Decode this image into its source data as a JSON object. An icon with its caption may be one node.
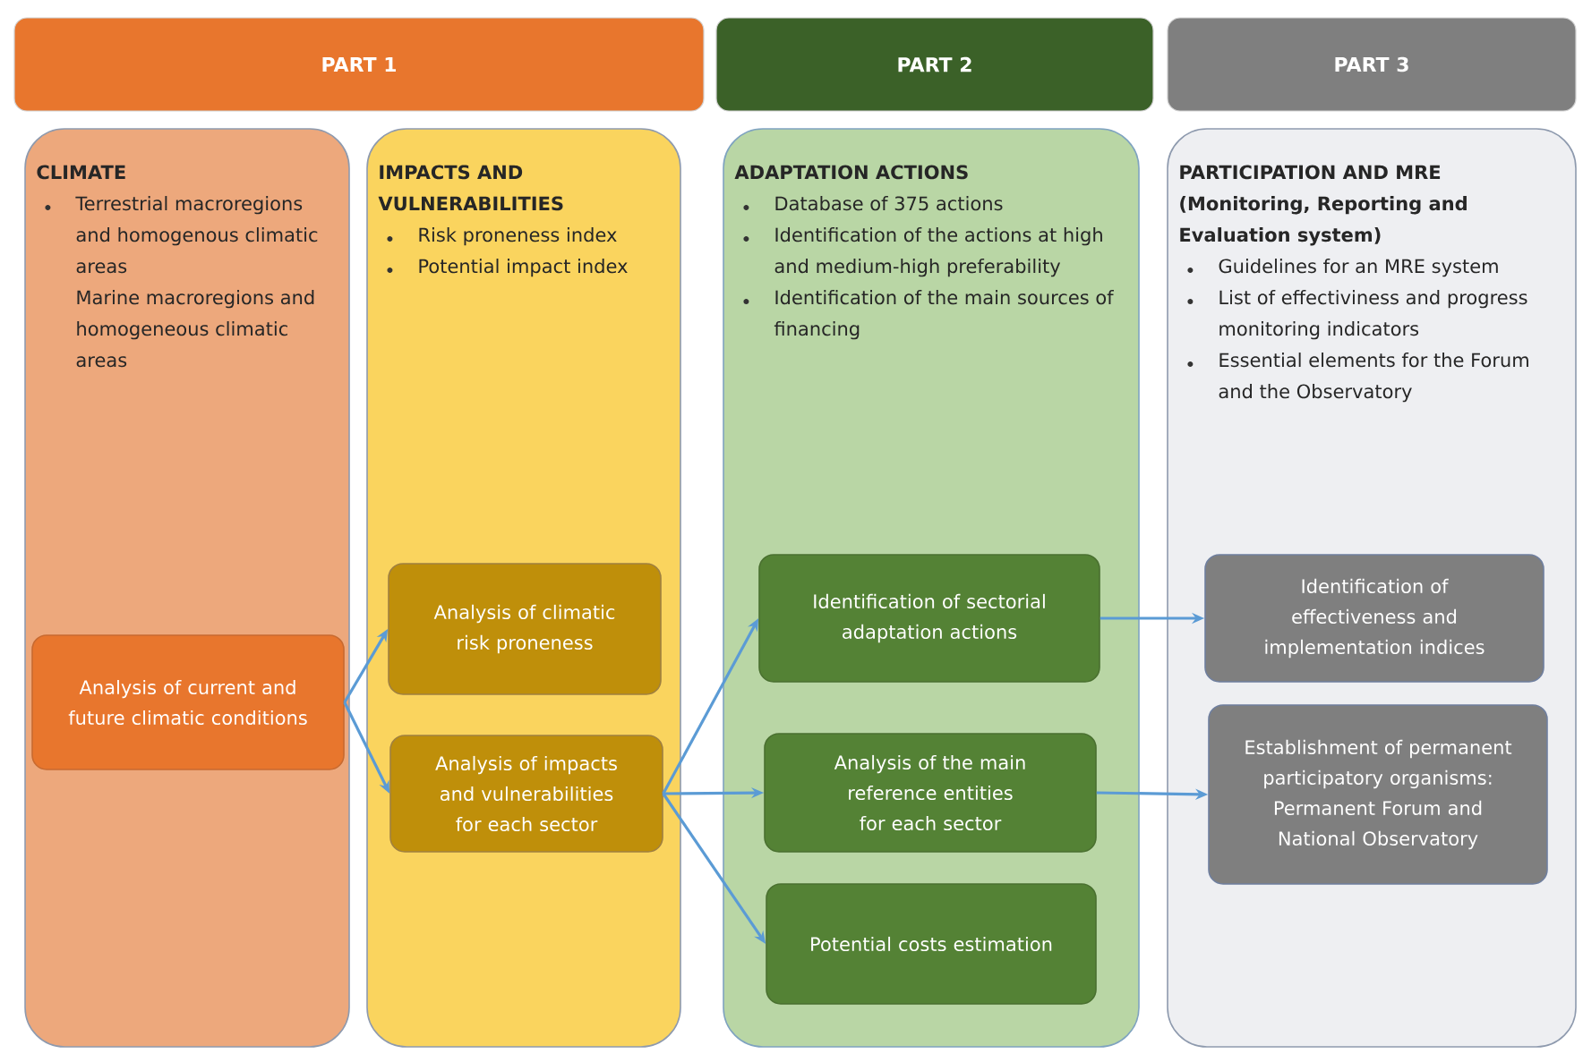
{
  "diagram": {
    "nodes": [
      {
        "text": [
          "PART 1"
        ]
      },
      {
        "text": [
          "PART 2"
        ]
      },
      {
        "text": [
          "PART 3"
        ]
      },
      {
        "text": [
          "CLIMATE",
          "Terrestrial macroregions and homogenous climatic areas",
          "Marine macroregions and homogeneous climatic areas"
        ]
      },
      {
        "text": [
          "IMPACTS AND VULNERABILITIES",
          "Risk proneness index",
          "Potential impact index"
        ]
      },
      {
        "text": [
          "ADAPTATION ACTIONS",
          "Database of 375 actions",
          "Identification of the actions at high and medium-high preferability",
          "Identification of the main sources of financing"
        ]
      },
      {
        "text": [
          "PARTICIPATION AND MRE (Monitoring, Reporting and Evaluation system)",
          "Guidelines for an MRE system",
          "List of effectiviness and progress monitoring indicators",
          "Essential elements for the Forum and the Observatory"
        ]
      },
      {
        "text": [
          "Analysis of current and future climatic conditions"
        ],
        "in": 3
      },
      {
        "text": [
          "Analysis of climatic risk proneness"
        ],
        "in": 4
      },
      {
        "text": [
          "Analysis of impacts and vulnerabilities for each sector"
        ],
        "in": 4
      },
      {
        "text": [
          "Identification of sectorial adaptation actions"
        ],
        "in": 5
      },
      {
        "text": [
          "Analysis of the main reference entities for each sector"
        ],
        "in": 5
      },
      {
        "text": [
          "Potential costs estimation"
        ],
        "in": 5
      },
      {
        "text": [
          "Identification of effectiveness and implementation indices"
        ],
        "in": 6
      },
      {
        "text": [
          "Establishment of permanent participatory organisms: Permanent Forum and  National Observatory"
        ],
        "in": 6
      }
    ],
    "edges": [
      {
        "from": 7,
        "to": 8,
        "arrow": "to"
      },
      {
        "from": 7,
        "to": 9,
        "arrow": "to"
      },
      {
        "from": 9,
        "to": 10,
        "arrow": "to"
      },
      {
        "from": 9,
        "to": 11,
        "arrow": "to"
      },
      {
        "from": 9,
        "to": 12,
        "arrow": "to"
      },
      {
        "from": 10,
        "to": 13,
        "arrow": "to"
      },
      {
        "from": 11,
        "to": 14,
        "arrow": "to"
      }
    ]
  }
}
